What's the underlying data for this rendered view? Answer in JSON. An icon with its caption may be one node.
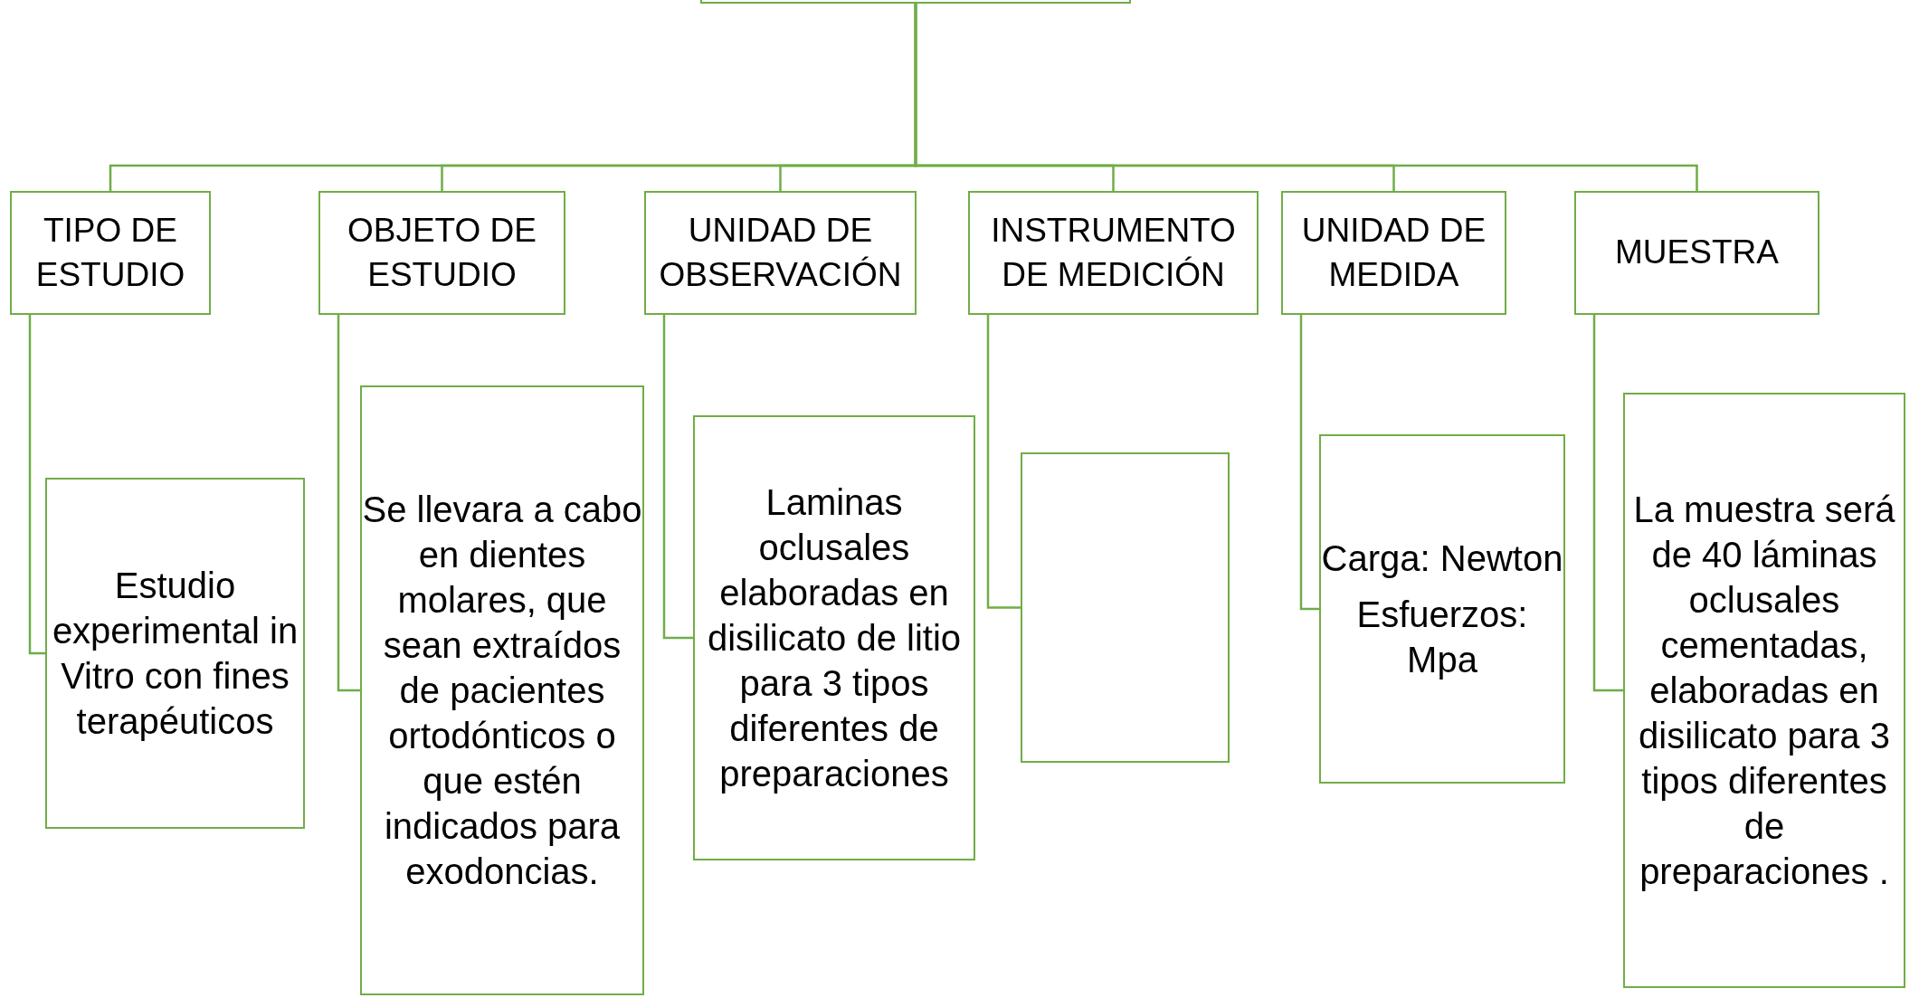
{
  "diagram": {
    "nodes": [
      {
        "text": [],
        "shape": "box"
      },
      {
        "text": [
          "TIPO DE ESTUDIO"
        ]
      },
      {
        "text": [
          "OBJETO DE ESTUDIO"
        ]
      },
      {
        "text": [
          "UNIDAD DE OBSERVACIÓN"
        ]
      },
      {
        "text": [
          "INSTRUMENTO DE MEDICIÓN"
        ]
      },
      {
        "text": [
          "UNIDAD DE MEDIDA"
        ]
      },
      {
        "text": [
          "MUESTRA"
        ]
      },
      {
        "text": [
          "Estudio experimental in Vitro con fines terapéuticos"
        ]
      },
      {
        "text": [
          "Se llevara a cabo en dientes molares, que sean extraídos de pacientes ortodónticos o que estén indicados para exodoncias."
        ]
      },
      {
        "text": [
          "Laminas oclusales elaboradas en disilicato de litio para 3 tipos diferentes de preparaciones"
        ]
      },
      {
        "text": [],
        "shape": "box"
      },
      {
        "text": [
          "Carga: Newton",
          "Esfuerzos: Mpa"
        ]
      },
      {
        "text": [
          "La muestra será de 40 láminas oclusales cementadas, elaboradas en disilicato para 3 tipos diferentes de preparaciones ."
        ]
      }
    ],
    "edges": [
      {
        "from": 0,
        "to": 1,
        "arrow": "none"
      },
      {
        "from": 0,
        "to": 2,
        "arrow": "none"
      },
      {
        "from": 0,
        "to": 3,
        "arrow": "none"
      },
      {
        "from": 0,
        "to": 4,
        "arrow": "none"
      },
      {
        "from": 0,
        "to": 5,
        "arrow": "none"
      },
      {
        "from": 0,
        "to": 6,
        "arrow": "none"
      },
      {
        "from": 1,
        "to": 7,
        "arrow": "none"
      },
      {
        "from": 2,
        "to": 8,
        "arrow": "none"
      },
      {
        "from": 3,
        "to": 9,
        "arrow": "none"
      },
      {
        "from": 4,
        "to": 10,
        "arrow": "none"
      },
      {
        "from": 5,
        "to": 11,
        "arrow": "none"
      },
      {
        "from": 6,
        "to": 12,
        "arrow": "none"
      }
    ]
  }
}
